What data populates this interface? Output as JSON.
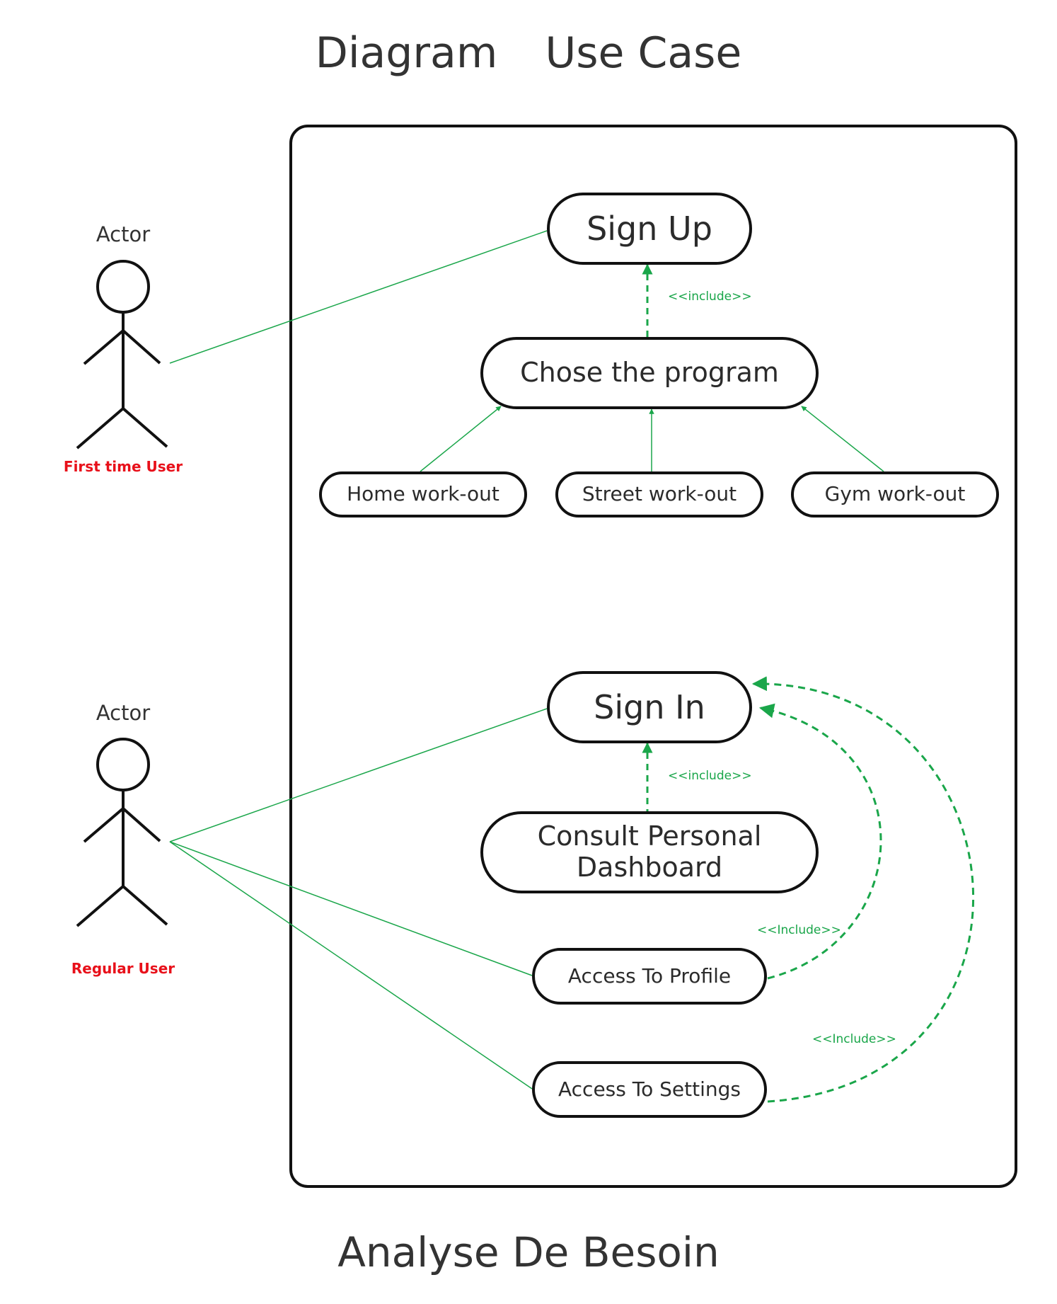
{
  "title_top": {
    "word1": "Diagram",
    "word2": "Use Case"
  },
  "title_bottom": "Analyse De Besoin",
  "colors": {
    "link": "#1aa64a",
    "outline": "#111111",
    "actor_name": "#e8101a"
  },
  "actors": [
    {
      "label": "Actor",
      "name": "First time User"
    },
    {
      "label": "Actor",
      "name": "Regular User"
    }
  ],
  "use_cases": {
    "sign_up": "Sign Up",
    "chose_program": "Chose the program",
    "home_workout": "Home work-out",
    "street_workout": "Street work-out",
    "gym_workout": "Gym work-out",
    "sign_in": "Sign In",
    "dashboard": "Consult Personal Dashboard",
    "profile": "Access To Profile",
    "settings": "Access To Settings"
  },
  "relations": {
    "include_signup": "<<include>>",
    "include_signin": "<<include>>",
    "include_profile": "<<Include>>",
    "include_settings": "<<Include>>"
  }
}
